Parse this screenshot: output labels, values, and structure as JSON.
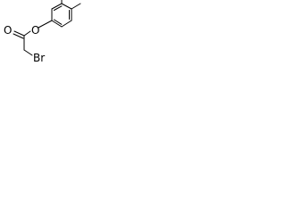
{
  "molecule": {
    "atoms": {
      "carbonyl_oxygen": "O",
      "ester_oxygen": "O",
      "bromine": "Br"
    },
    "colors": {
      "bond": "#000000",
      "atom_label": "#000000",
      "background": "#ffffff"
    }
  }
}
